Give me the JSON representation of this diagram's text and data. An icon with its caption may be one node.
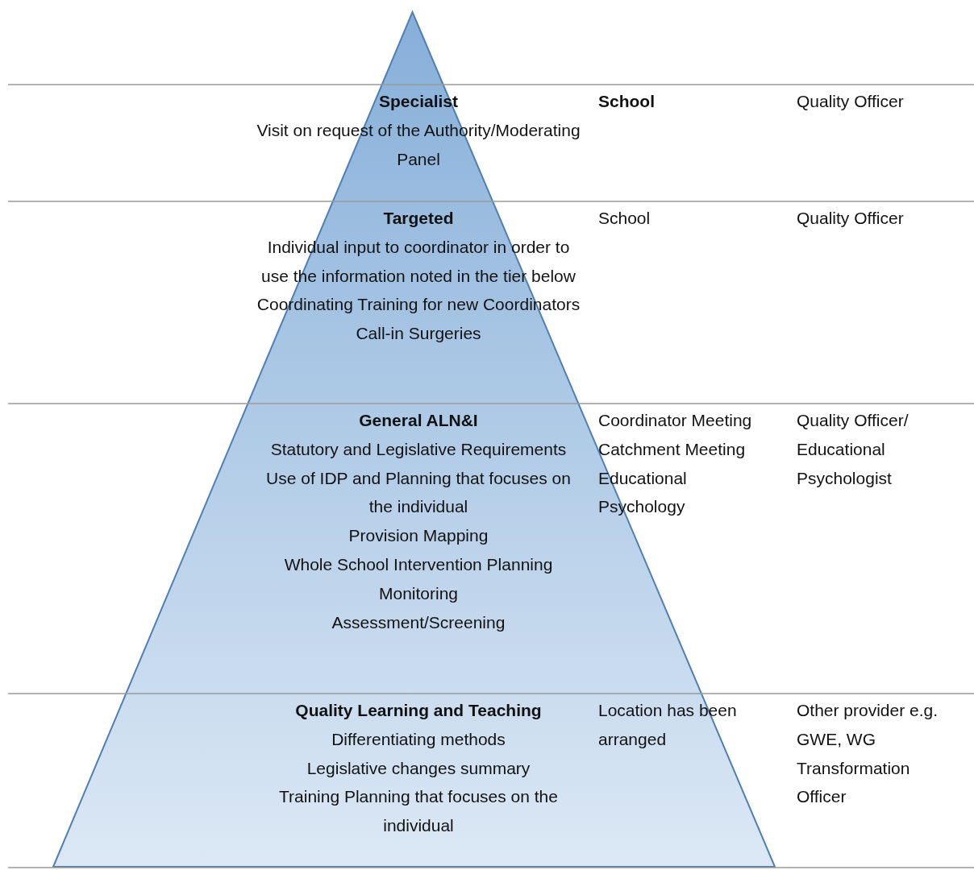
{
  "diagram": {
    "nodes": [
      {
        "text": [],
        "shape": "triangle"
      }
    ],
    "labels": [
      "Specialist",
      "Visit on request of the Authority/Moderating Panel",
      "School",
      "Quality Officer",
      "Targeted",
      "Individual input to coordinator in order to use the information noted in the tier below",
      "Coordinating Training for new Coordinators",
      "Call-in Surgeries",
      "School",
      "Quality Officer",
      "General ALN&I",
      "Statutory and Legislative Requirements",
      "Use of IDP and Planning that focuses on the individual",
      "Provision Mapping",
      "Whole School Intervention Planning",
      "Monitoring",
      "Assessment/Screening",
      "Coordinator Meeting",
      "Catchment Meeting",
      "Educational Psychology",
      "Quality Officer/ Educational Psychologist",
      "Quality Learning and Teaching",
      "Differentiating methods",
      "Legislative changes summary",
      "Training Planning that focuses on the individual",
      "Location has been arranged",
      "Other provider e.g. GWE, WG Transformation Officer"
    ]
  }
}
